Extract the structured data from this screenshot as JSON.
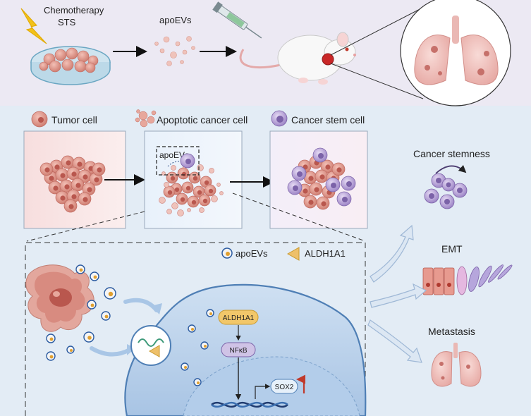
{
  "top_panel": {
    "treatment_line1": "Chemotherapy",
    "treatment_line2": "STS",
    "vesicles_label": "apoEVs"
  },
  "cell_legend": {
    "tumor_cell": "Tumor cell",
    "apoptotic_cell": "Apoptotic cancer cell",
    "stem_cell": "Cancer stem cell"
  },
  "cultures": {
    "inset_label": "apoEVs"
  },
  "outcomes": {
    "stemness": "Cancer stemness",
    "emt": "EMT",
    "metastasis": "Metastasis"
  },
  "mechanism": {
    "legend_apoevs": "apoEVs",
    "legend_aldh1a1": "ALDH1A1",
    "node_aldh1a1": "ALDH1A1",
    "node_nfkb": "NFκB",
    "node_sox2": "SOX2"
  },
  "colors": {
    "top_bg": "#ece9f3",
    "bottom_bg": "#e3ecf5",
    "tumor": "#d9897f",
    "stem": "#9b82c4",
    "nucleus": "#a9c8ea",
    "up_arrow": "#c0392b"
  }
}
